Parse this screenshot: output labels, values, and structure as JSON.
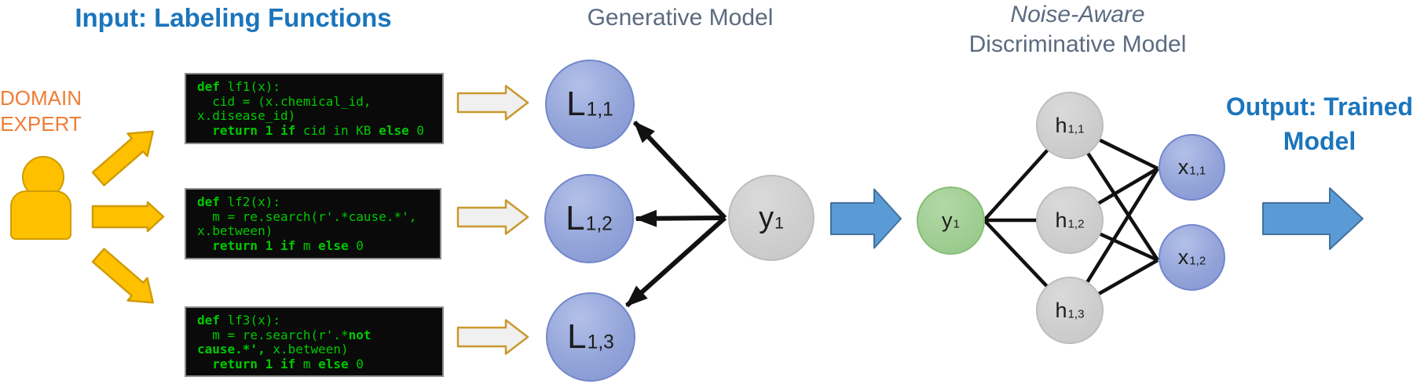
{
  "titles": {
    "input": "Input: Labeling Functions",
    "generative": "Generative Model",
    "noise_line1": "Noise-Aware",
    "noise_line2": "Discriminative Model",
    "output_line1": "Output: Trained",
    "output_line2": "Model"
  },
  "domain_expert": {
    "line1": "DOMAIN",
    "line2": "EXPERT"
  },
  "code_blocks": [
    {
      "name": "lf1",
      "lines": [
        [
          {
            "t": "def",
            "b": true
          },
          {
            "t": " lf1(x):",
            "b": false
          }
        ],
        [
          {
            "t": "  cid = (x.chemical_id,",
            "b": false
          }
        ],
        [
          {
            "t": "x.disease_id)",
            "b": false
          }
        ],
        [
          {
            "t": "  ",
            "b": false
          },
          {
            "t": "return 1 if",
            "b": true
          },
          {
            "t": " cid in KB ",
            "b": false
          },
          {
            "t": "else",
            "b": true
          },
          {
            "t": " 0",
            "b": false
          }
        ]
      ]
    },
    {
      "name": "lf2",
      "lines": [
        [
          {
            "t": "def",
            "b": true
          },
          {
            "t": " lf2(x):",
            "b": false
          }
        ],
        [
          {
            "t": "  m = re.search(r'.*cause.*',",
            "b": false
          }
        ],
        [
          {
            "t": "x.between)",
            "b": false
          }
        ],
        [
          {
            "t": "  ",
            "b": false
          },
          {
            "t": "return 1 if",
            "b": true
          },
          {
            "t": " m ",
            "b": false
          },
          {
            "t": "else",
            "b": true
          },
          {
            "t": " 0",
            "b": false
          }
        ]
      ]
    },
    {
      "name": "lf3",
      "lines": [
        [
          {
            "t": "def",
            "b": true
          },
          {
            "t": " lf3(x):",
            "b": false
          }
        ],
        [
          {
            "t": "  m = re.search(r'.*",
            "b": false
          },
          {
            "t": "not",
            "b": true
          }
        ],
        [
          {
            "t": "cause.*',",
            "b": true
          },
          {
            "t": " x.between)",
            "b": false
          }
        ],
        [
          {
            "t": "  ",
            "b": false
          },
          {
            "t": "return 1 if",
            "b": true
          },
          {
            "t": " m ",
            "b": false
          },
          {
            "t": "else",
            "b": true
          },
          {
            "t": " 0",
            "b": false
          }
        ]
      ]
    }
  ],
  "generative": {
    "nodes": [
      {
        "base": "L",
        "sub": "1,1"
      },
      {
        "base": "L",
        "sub": "1,2"
      },
      {
        "base": "L",
        "sub": "1,3"
      },
      {
        "base": "y",
        "sub": "1"
      }
    ]
  },
  "discriminative": {
    "y": {
      "base": "y",
      "sub": "1"
    },
    "h": [
      {
        "base": "h",
        "sub": "1,1"
      },
      {
        "base": "h",
        "sub": "1,2"
      },
      {
        "base": "h",
        "sub": "1,3"
      }
    ],
    "x": [
      {
        "base": "x",
        "sub": "1,1"
      },
      {
        "base": "x",
        "sub": "1,2"
      }
    ]
  },
  "colors": {
    "title_blue": "#1b75bc",
    "title_gray": "#5b6b80",
    "expert_orange": "#ee7d36",
    "gold_fill": "#ffc000",
    "gold_outline": "#cf9c05",
    "light_arrow_fill": "#f0f0f0",
    "light_arrow_outline": "#c9992e",
    "code_green": "#00c800",
    "code_bg": "#0a0a0a",
    "node_blue": "#93a4d9",
    "node_gray": "#cdcdcd",
    "node_green": "#9fcd92",
    "flow_arrow_blue": "#5b9bd5",
    "flow_arrow_outline": "#41719c",
    "edge_black": "#111111"
  }
}
